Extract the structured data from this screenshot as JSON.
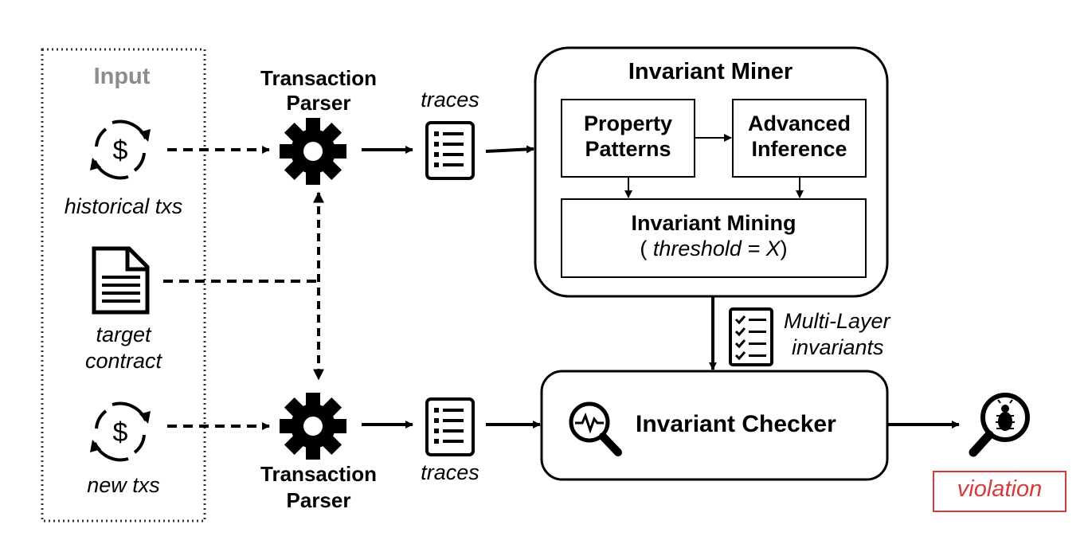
{
  "input": {
    "title": "Input",
    "historical": "historical txs",
    "target_line1": "target",
    "target_line2": "contract",
    "new": "new txs"
  },
  "parser_top": {
    "line1": "Transaction",
    "line2": "Parser"
  },
  "parser_bottom": {
    "line1": "Transaction",
    "line2": "Parser"
  },
  "traces_top": "traces",
  "traces_bottom": "traces",
  "miner": {
    "title": "Invariant Miner",
    "property_line1": "Property",
    "property_line2": "Patterns",
    "advanced_line1": "Advanced",
    "advanced_line2": "Inference",
    "mining_title": "Invariant Mining",
    "threshold_open": "( ",
    "threshold_text": "threshold = X",
    "threshold_close": ")"
  },
  "invariants": {
    "line1": "Multi-Layer",
    "line2": "invariants"
  },
  "checker": {
    "title": "Invariant Checker"
  },
  "violation": "violation",
  "colors": {
    "violation_red": "#d83a3a",
    "input_gray": "#8c8c8c"
  },
  "icons": [
    "dollar-cycle-icon",
    "document-icon",
    "gear-icon",
    "list-icon",
    "checklist-icon",
    "magnifier-pulse-icon",
    "bug-magnifier-icon"
  ]
}
